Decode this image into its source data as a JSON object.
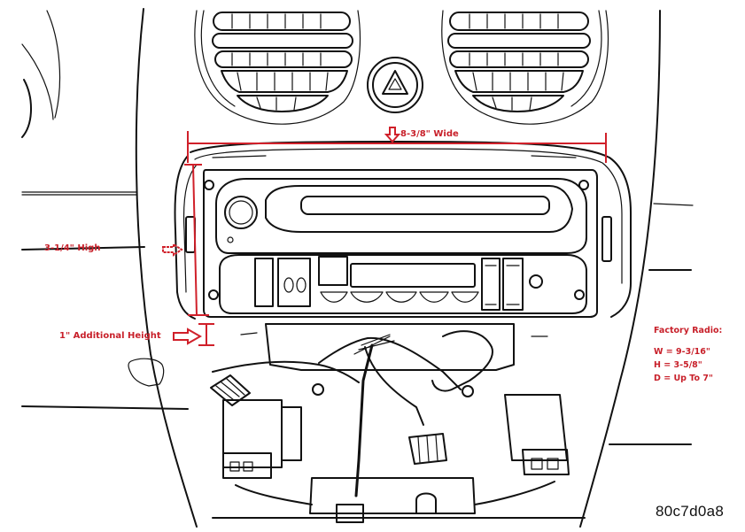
{
  "diagram": {
    "subject": "Dashboard radio opening with dimension annotations",
    "colors": {
      "annotation": "#c8202a",
      "ink": "#111111",
      "background": "#ffffff"
    },
    "dimensions": {
      "width_label": "8-3/8\" Wide",
      "height_label": "3-1/4\" High",
      "additional_height_label": "1\" Additional Height"
    },
    "factory_radio": {
      "title": "Factory Radio:",
      "lines": [
        "W = 9-3/16\"",
        "H = 3-5/8\"",
        "D = Up To 7\""
      ]
    },
    "figure_code": "80c7d0a8",
    "icons": {
      "hazard": "hazard-warning-triangle-icon",
      "down_arrow": "arrow-down-icon",
      "right_arrow": "arrow-right-icon"
    }
  }
}
